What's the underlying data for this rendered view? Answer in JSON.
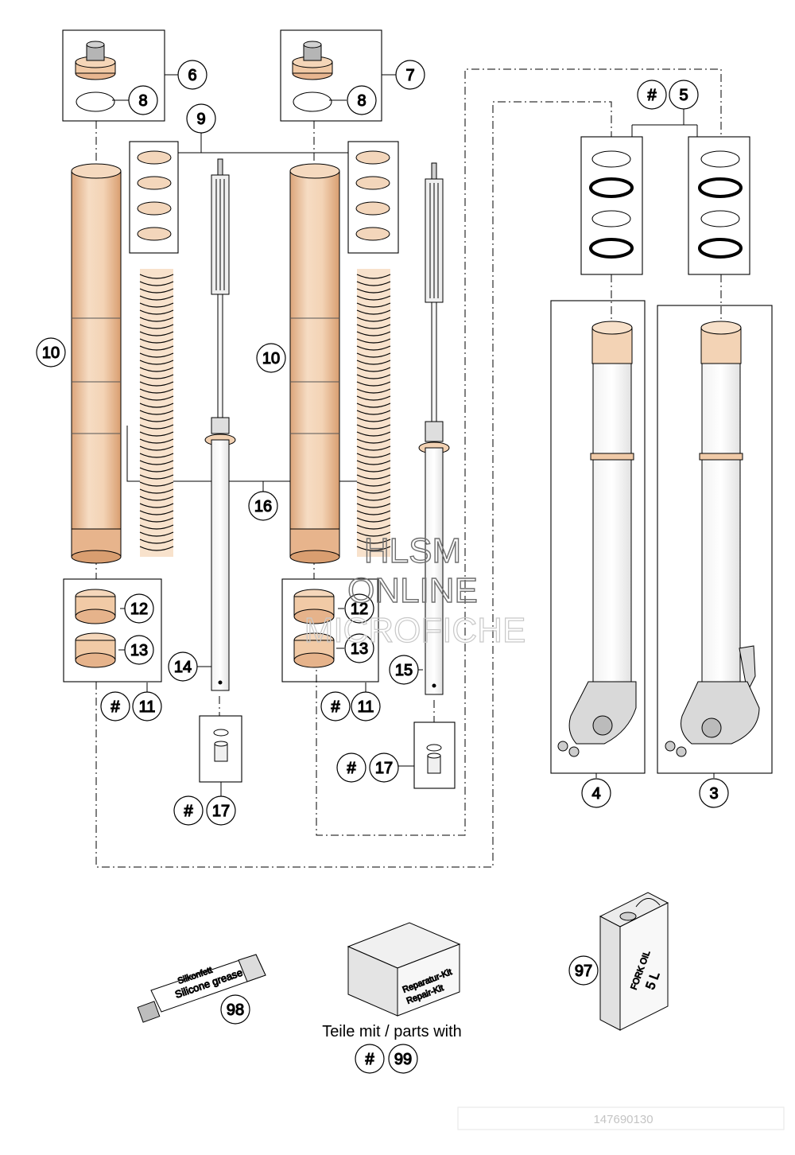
{
  "callouts": [
    {
      "id": "c6",
      "text": "6"
    },
    {
      "id": "c8a",
      "text": "8"
    },
    {
      "id": "c7",
      "text": "7"
    },
    {
      "id": "c8b",
      "text": "8"
    },
    {
      "id": "c9",
      "text": "9"
    },
    {
      "id": "c5hash",
      "text": "#"
    },
    {
      "id": "c5",
      "text": "5"
    },
    {
      "id": "c10a",
      "text": "10"
    },
    {
      "id": "c10b",
      "text": "10"
    },
    {
      "id": "c16",
      "text": "16"
    },
    {
      "id": "c12a",
      "text": "12"
    },
    {
      "id": "c13a",
      "text": "13"
    },
    {
      "id": "c12b",
      "text": "12"
    },
    {
      "id": "c13b",
      "text": "13"
    },
    {
      "id": "c14",
      "text": "14"
    },
    {
      "id": "c15",
      "text": "15"
    },
    {
      "id": "c11ahash",
      "text": "#"
    },
    {
      "id": "c11a",
      "text": "11"
    },
    {
      "id": "c11bhash",
      "text": "#"
    },
    {
      "id": "c11b",
      "text": "11"
    },
    {
      "id": "c17ahash",
      "text": "#"
    },
    {
      "id": "c17a",
      "text": "17"
    },
    {
      "id": "c17bhash",
      "text": "#"
    },
    {
      "id": "c17b",
      "text": "17"
    },
    {
      "id": "c4",
      "text": "4"
    },
    {
      "id": "c3",
      "text": "3"
    },
    {
      "id": "c97",
      "text": "97"
    },
    {
      "id": "c98",
      "text": "98"
    },
    {
      "id": "c99hash",
      "text": "#"
    },
    {
      "id": "c99",
      "text": "99"
    }
  ],
  "caption": "Teile mit / parts with",
  "product_labels": {
    "grease_brand": "Silkonfett",
    "grease_name": "Silicone grease",
    "kit_line1": "Reparatur-Kit",
    "kit_line2": "Repair-Kit",
    "oil_line1": "FORK OIL",
    "oil_line2": "5 L"
  },
  "watermark": {
    "line1": "HLSM",
    "line2": "ONLINE",
    "line3": "MICROFICHE"
  },
  "drawing_number": "147690130"
}
